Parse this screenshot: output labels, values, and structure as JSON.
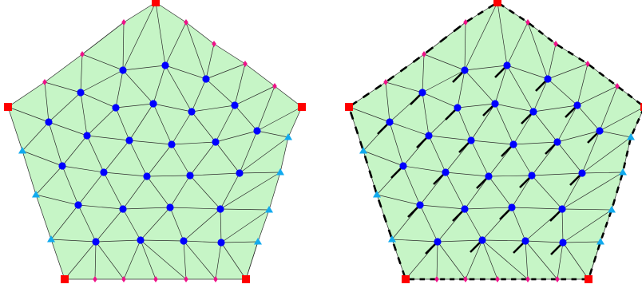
{
  "colors": {
    "fill": "#c6f5c6",
    "edge": "#2a2a2a",
    "corner": "#ff0000",
    "interior": "#0000ff",
    "boundary_a": "#ee1188",
    "boundary_b": "#11aaee",
    "vector": "#000000"
  },
  "panels": [
    {
      "name": "mesh-left",
      "show_vectors": false
    },
    {
      "name": "mesh-right",
      "show_vectors": true
    }
  ],
  "legend": {
    "corner_marker": "red-square",
    "interior_marker": "blue-circle",
    "edge_marker_pink": "magenta-diamond",
    "edge_marker_cyan": "cyan-triangle"
  }
}
